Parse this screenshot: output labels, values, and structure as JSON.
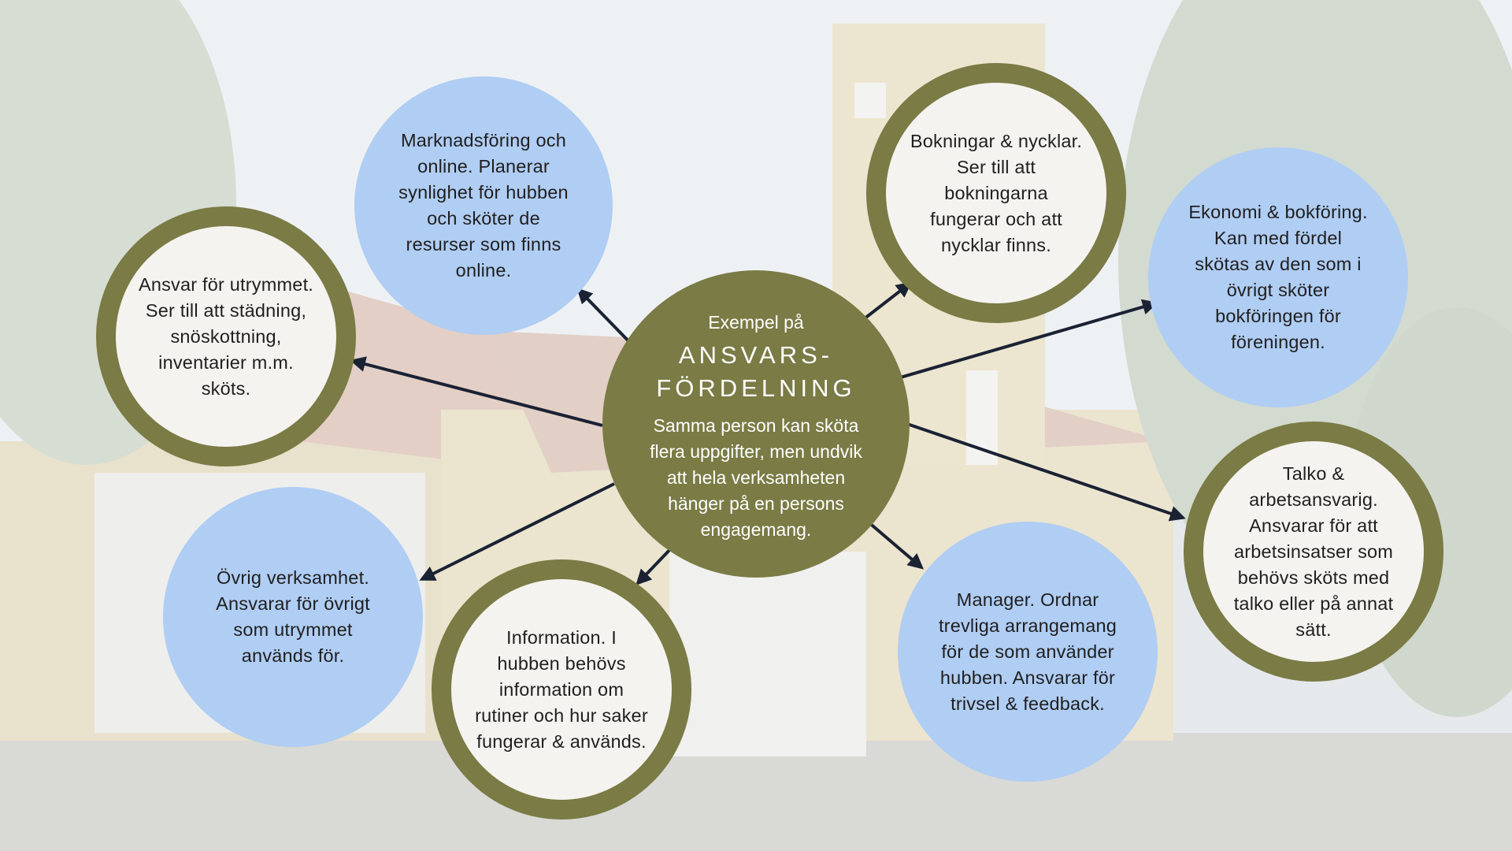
{
  "center": {
    "intro": "Exempel på",
    "title_line1": "ANSVARS-",
    "title_line2": "FÖRDELNING",
    "body": "Samma person kan sköta flera uppgifter, men undvik att hela verksamheten hänger på en persons engagemang."
  },
  "nodes": {
    "marketing": "Marknadsföring och online. Planerar synlighet för hubben och sköter de resurser som finns online.",
    "bookings": "Bokningar & nycklar. Ser till att bokningarna fungerar och att nycklar finns.",
    "economy": "Ekonomi & bokföring. Kan med fördel skötas av den som i övrigt sköter bokföringen för föreningen.",
    "talko": "Talko & arbetsansvarig. Ansvarar för att arbetsinsatser som behövs sköts med talko eller på annat sätt.",
    "manager": "Manager. Ordnar trevliga arrangemang för de som använder hubben. Ansvarar för trivsel & feedback.",
    "information": "Information. I hubben behövs information om rutiner och hur saker fungerar & används.",
    "other": "Övrig verksamhet. Ansvarar för övrigt som utrymmet används för.",
    "space": "Ansvar för utrymmet. Ser till att städning, snöskottning, inventarier m.m. sköts."
  },
  "colors": {
    "olive": "#7a7b45",
    "light_blue": "#b0cdf3",
    "off_white": "#f4f3ef",
    "arrow": "#1a2233"
  }
}
